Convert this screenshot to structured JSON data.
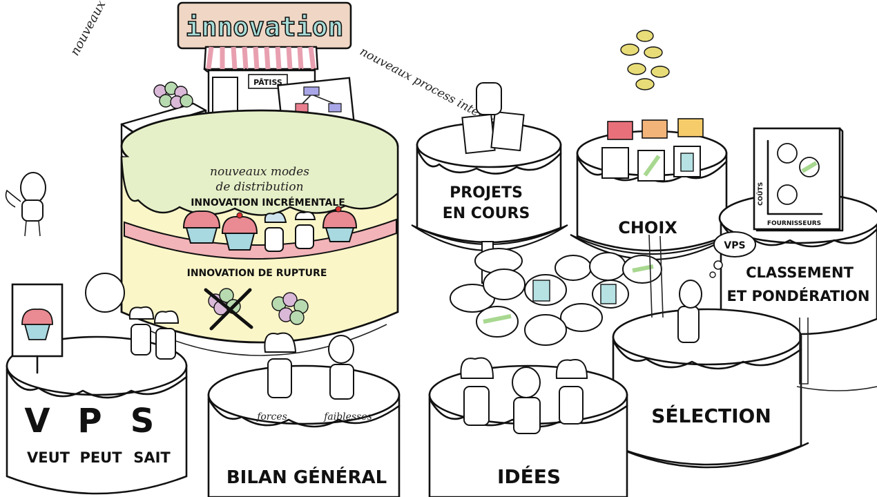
{
  "title": "innovation",
  "shop_sign": "PÂTISS",
  "labels": {
    "nouveaux_usages": "nouveaux usages",
    "nouveaux_process": "nouveaux process internes",
    "nouveaux_modes": "nouveaux modes",
    "de_distribution": "de distribution",
    "innovation_incrementale": "INNOVATION INCRÉMENTALE",
    "innovation_rupture": "INNOVATION DE RUPTURE",
    "forces": "forces",
    "faiblesses": "faiblesses",
    "vps_bubble": "VPS",
    "axis_couts": "COÛTS",
    "axis_fournisseurs": "FOURNISSEURS"
  },
  "cakes": {
    "projets": {
      "line1": "PROJETS",
      "line2": "EN COURS"
    },
    "choix": "CHOIX",
    "classement": {
      "line1": "CLASSEMENT",
      "line2": "ET PONDÉRATION"
    },
    "vps": {
      "v": "V",
      "p": "P",
      "s": "S",
      "veut": "VEUT",
      "peut": "PEUT",
      "sait": "SAIT"
    },
    "bilan": "BILAN GÉNÉRAL",
    "idees": "IDÉES",
    "selection": "SÉLECTION"
  },
  "colors": {
    "ink": "#111111",
    "sign_bg": "#f0d6c4",
    "title_fill": "#a8ddd8",
    "cake_green": "#e6f0c8",
    "cake_yellow": "#fbf6c8",
    "cake_band": "#f2b4b8",
    "cupcake_top": "#ea8a92",
    "cupcake_base": "#a8d8e0",
    "choice1": "#e8707a",
    "choice2": "#f3b47a",
    "choice3": "#f6cc6a",
    "coin": "#e8dc78",
    "leek": "#a8d890"
  }
}
